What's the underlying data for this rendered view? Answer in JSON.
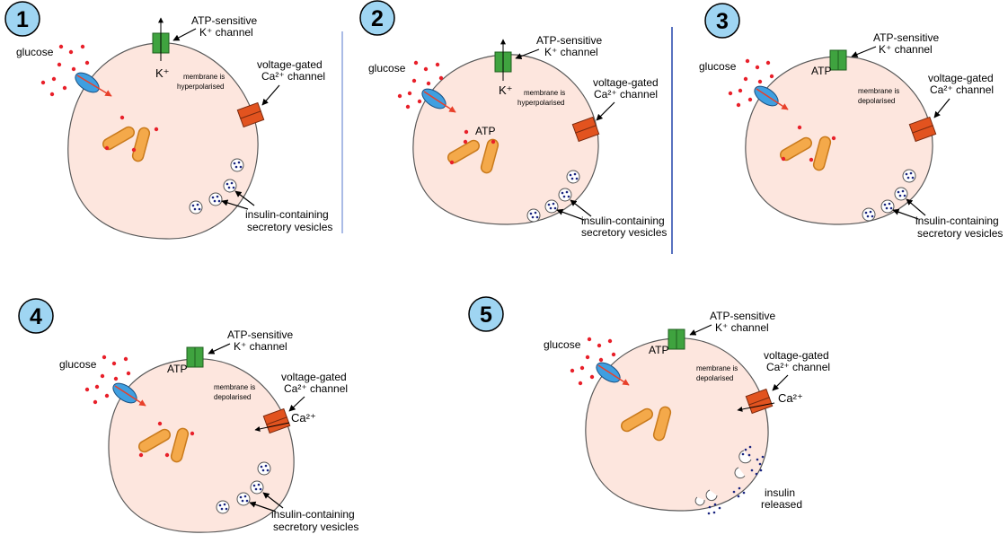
{
  "panels": [
    {
      "number": "1",
      "glucose": "glucose",
      "katp_label_1": "ATP-sensitive",
      "katp_label_2": "K⁺ channel",
      "k_ion": "K⁺",
      "membrane_1": "membrane is",
      "membrane_2": "hyperpolarised",
      "ca_label_1": "voltage-gated",
      "ca_label_2": "Ca²⁺ channel",
      "vesicle_label_1": "insulin-containing",
      "vesicle_label_2": "secretory vesicles"
    },
    {
      "number": "2",
      "glucose": "glucose",
      "atp": "ATP",
      "katp_label_1": "ATP-sensitive",
      "katp_label_2": "K⁺ channel",
      "k_ion": "K⁺",
      "membrane_1": "membrane is",
      "membrane_2": "hyperpolarised",
      "ca_label_1": "voltage-gated",
      "ca_label_2": "Ca²⁺ channel",
      "vesicle_label_1": "insulin-containing",
      "vesicle_label_2": "secretory vesicles"
    },
    {
      "number": "3",
      "glucose": "glucose",
      "atp": "ATP",
      "katp_label_1": "ATP-sensitive",
      "katp_label_2": "K⁺ channel",
      "membrane_1": "membrane is",
      "membrane_2": "depolarised",
      "ca_label_1": "voltage-gated",
      "ca_label_2": "Ca²⁺ channel",
      "vesicle_label_1": "insulin-containing",
      "vesicle_label_2": "secretory vesicles"
    },
    {
      "number": "4",
      "glucose": "glucose",
      "atp": "ATP",
      "katp_label_1": "ATP-sensitive",
      "katp_label_2": "K⁺ channel",
      "membrane_1": "membrane is",
      "membrane_2": "depolarised",
      "ca_label_1": "voltage-gated",
      "ca_label_2": "Ca²⁺ channel",
      "ca_ion": "Ca²⁺",
      "vesicle_label_1": "insulin-containing",
      "vesicle_label_2": "secretory vesicles"
    },
    {
      "number": "5",
      "glucose": "glucose",
      "atp": "ATP",
      "katp_label_1": "ATP-sensitive",
      "katp_label_2": "K⁺ channel",
      "membrane_1": "membrane is",
      "membrane_2": "depolarised",
      "ca_label_1": "voltage-gated",
      "ca_label_2": "Ca²⁺ channel",
      "ca_ion": "Ca²⁺",
      "released_1": "insulin",
      "released_2": "released"
    }
  ],
  "colors": {
    "cell_fill": "#fde6de",
    "cell_stroke": "#595959",
    "number_badge": "#9fd5f2",
    "katp_channel": "#3fa33f",
    "ca_channel": "#e2531f",
    "mitochondria": "#f4a94a",
    "glucose_dot": "#e8202a",
    "transporter": "#3f9fe0",
    "vesicle_dot": "#1a2580",
    "divider": "#2244aa"
  }
}
